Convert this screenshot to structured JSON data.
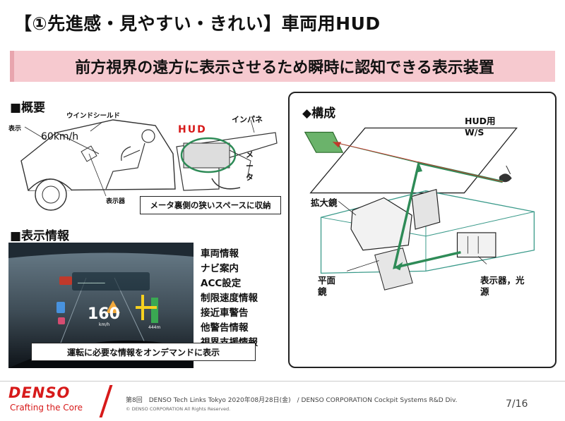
{
  "title": "【①先進感・見やすい・きれい】車両用HUD",
  "banner": "前方視界の遠方に表示させるため瞬時に認知できる表示装置",
  "overview": {
    "heading": "■概要",
    "windshield_label": "ウインドシールド",
    "display_label": "表示",
    "speed_text": "60km/h",
    "unit_label": "表示器",
    "hud_label": "HUD",
    "instrument_label": "インパネ",
    "meter_label": "メータ",
    "caption": "メータ裏側の狭いスペースに収納"
  },
  "display_info": {
    "heading": "■表示情報",
    "items": [
      "車両情報",
      "ナビ案内",
      "ACC設定",
      "制限速度情報",
      "接近車警告",
      "他警告情報",
      "視界支援情報"
    ],
    "caption": "運転に必要な情報をオンデマンドに表示",
    "photo_speed": "160",
    "photo_unit": "km/h",
    "photo_distance": "444m"
  },
  "configuration": {
    "heading": "◆構成",
    "hud_ws_label": "HUD用\nW/S",
    "magnifier_label": "拡大鏡",
    "flat_mirror_label": "平面\n鏡",
    "display_source_label": "表示器，光\n源"
  },
  "footer": {
    "logo": "DENSO",
    "tagline": "Crafting the Core",
    "note": "第8回　DENSO Tech Links Tokyo 2020年08月28日(金)　/ DENSO CORPORATION Cockpit Systems R&D Div.",
    "copyright": "© DENSO CORPORATION All Rights Reserved.",
    "page": "7/16"
  },
  "colors": {
    "banner_bg": "#f6c9cf",
    "accent_green": "#2e8b57",
    "brand_red": "#d71a1a"
  }
}
